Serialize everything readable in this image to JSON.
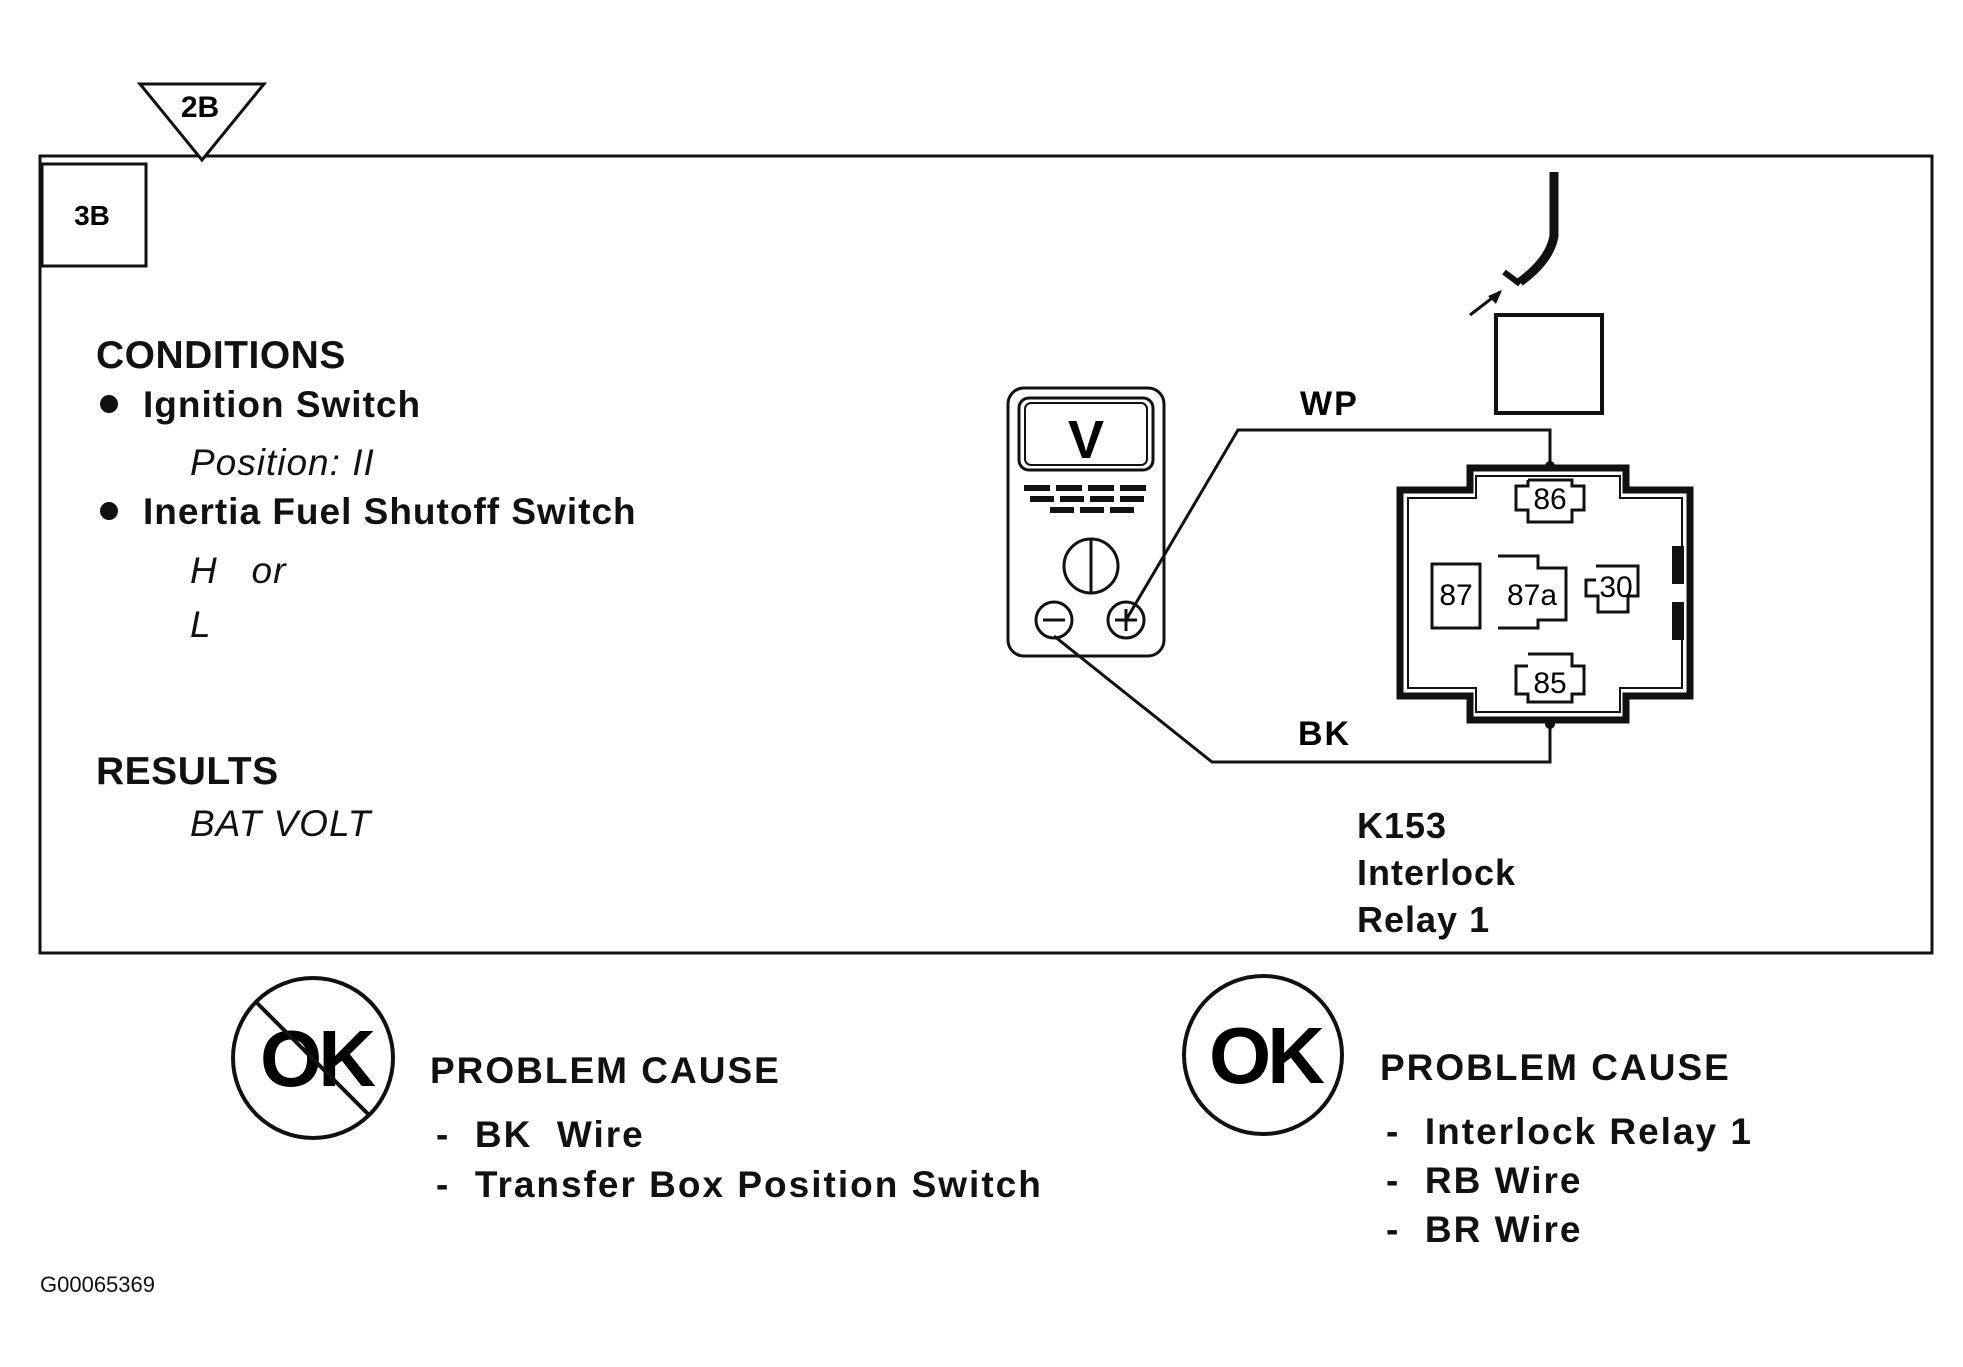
{
  "header": {
    "prev_step": "2B",
    "step": "3B"
  },
  "conditions": {
    "title": "CONDITIONS",
    "items": [
      {
        "label": "Ignition Switch",
        "detail_lines": [
          "Position: II"
        ]
      },
      {
        "label": "Inertia Fuel Shutoff Switch",
        "detail_lines": [
          "H   or",
          "L"
        ]
      }
    ]
  },
  "results": {
    "title": "RESULTS",
    "value": "BAT VOLT"
  },
  "meter": {
    "mode": "V"
  },
  "wires": {
    "positive": "WP",
    "negative": "BK"
  },
  "relay": {
    "pins": [
      "86",
      "87",
      "87a",
      "30",
      "85"
    ],
    "label_lines": [
      "K153",
      "Interlock",
      "Relay 1"
    ]
  },
  "outcome_not_ok": {
    "symbol": "OK",
    "heading": "PROBLEM CAUSE",
    "causes": [
      "BK  Wire",
      "Transfer Box Position Switch"
    ]
  },
  "outcome_ok": {
    "symbol": "OK",
    "heading": "PROBLEM CAUSE",
    "causes": [
      "Interlock Relay 1",
      "RB Wire",
      "BR Wire"
    ]
  },
  "figure_id": "G00065369"
}
